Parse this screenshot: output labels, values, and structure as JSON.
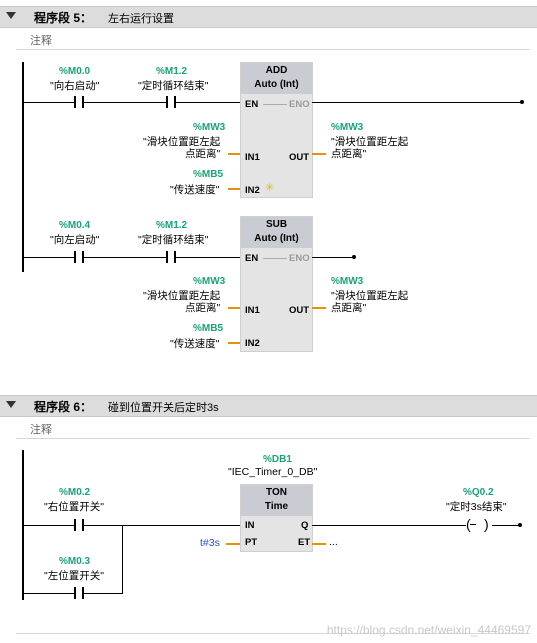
{
  "network5": {
    "seg_label": "程序段 5：",
    "title": "左右运行设置",
    "comment": "注释",
    "rung1": {
      "c1_addr": "%M0.0",
      "c1_name": "\"向右启动\"",
      "c2_addr": "%M1.2",
      "c2_name": "\"定时循环结束\"",
      "box_name": "ADD",
      "box_type": "Auto (Int)",
      "en": "EN",
      "eno": "ENO",
      "in1": "IN1",
      "in2": "IN2",
      "out": "OUT",
      "in1_addr": "%MW3",
      "in1_name_1": "\"滑块位置距左起",
      "in1_name_2": "点距离\"",
      "in2_addr": "%MB5",
      "in2_name": "\"传送速度\"",
      "out_addr": "%MW3",
      "out_name_1": "\"滑块位置距左起",
      "out_name_2": "点距离\""
    },
    "rung2": {
      "c1_addr": "%M0.4",
      "c1_name": "\"向左启动\"",
      "c2_addr": "%M1.2",
      "c2_name": "\"定时循环结束\"",
      "box_name": "SUB",
      "box_type": "Auto (Int)",
      "en": "EN",
      "eno": "ENO",
      "in1": "IN1",
      "in2": "IN2",
      "out": "OUT",
      "in1_addr": "%MW3",
      "in1_name_1": "\"滑块位置距左起",
      "in1_name_2": "点距离\"",
      "in2_addr": "%MB5",
      "in2_name": "\"传送速度\"",
      "out_addr": "%MW3",
      "out_name_1": "\"滑块位置距左起",
      "out_name_2": "点距离\""
    }
  },
  "network6": {
    "seg_label": "程序段 6：",
    "title": "碰到位置开关后定时3s",
    "comment": "注释",
    "db_addr": "%DB1",
    "db_name": "\"IEC_Timer_0_DB\"",
    "box_name": "TON",
    "box_type": "Time",
    "in": "IN",
    "pt": "PT",
    "q": "Q",
    "et": "ET",
    "pt_value": "t#3s",
    "et_value": "...",
    "c1_addr": "%M0.2",
    "c1_name": "\"右位置开关\"",
    "c2_addr": "%M0.3",
    "c2_name": "\"左位置开关\"",
    "coil_addr": "%Q0.2",
    "coil_name": "\"定时3s结束\""
  },
  "watermark": "https://blog.csdn.net/weixin_44469597",
  "colors": {
    "address": "#1aa37a",
    "wire_param": "#e8900a",
    "header": "#dcdcdc"
  }
}
